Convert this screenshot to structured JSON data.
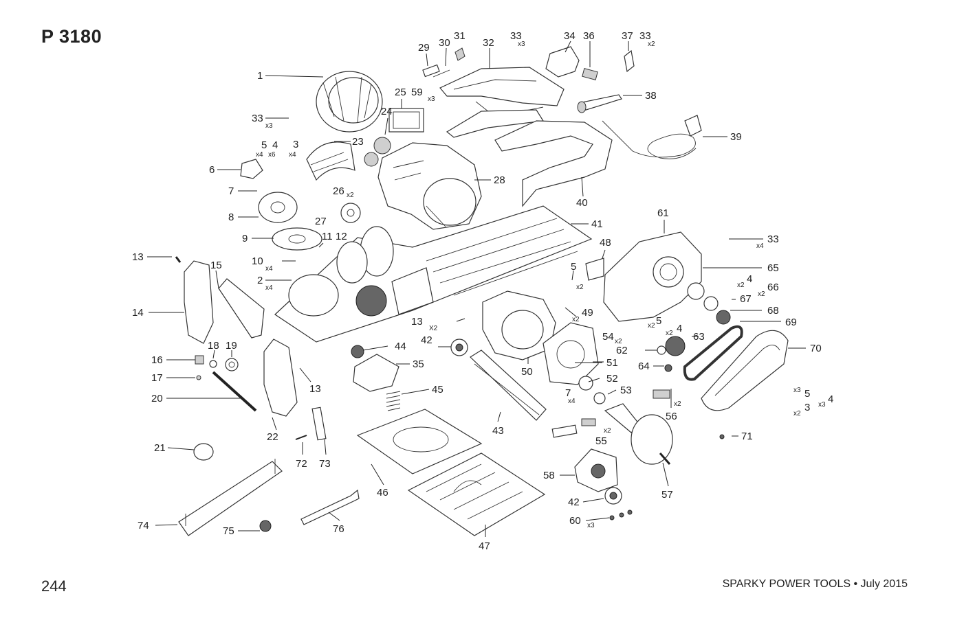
{
  "header": {
    "title": "P 3180"
  },
  "footer": {
    "page_number": "244",
    "brand_date": "SPARKY POWER TOOLS • July 2015"
  },
  "qty": {
    "x2": "x2",
    "x3": "x3",
    "x4": "x4",
    "x6": "x6",
    "X2": "X2"
  },
  "labels": {
    "1": "1",
    "2": "2",
    "3": "3",
    "4": "4",
    "5": "5",
    "6": "6",
    "7": "7",
    "8": "8",
    "9": "9",
    "10": "10",
    "11": "11",
    "12": "12",
    "13": "13",
    "14": "14",
    "15": "15",
    "16": "16",
    "17": "17",
    "18": "18",
    "19": "19",
    "20": "20",
    "21": "21",
    "22": "22",
    "23": "23",
    "24": "24",
    "25": "25",
    "26": "26",
    "27": "27",
    "28": "28",
    "29": "29",
    "30": "30",
    "31": "31",
    "32": "32",
    "33": "33",
    "34": "34",
    "35": "35",
    "36": "36",
    "37": "37",
    "38": "38",
    "39": "39",
    "40": "40",
    "41": "41",
    "42": "42",
    "43": "43",
    "44": "44",
    "45": "45",
    "46": "46",
    "47": "47",
    "48": "48",
    "49": "49",
    "50": "50",
    "51": "51",
    "52": "52",
    "53": "53",
    "54": "54",
    "55": "55",
    "56": "56",
    "57": "57",
    "58": "58",
    "59": "59",
    "60": "60",
    "61": "61",
    "62": "62",
    "63": "63",
    "64": "64",
    "65": "65",
    "66": "66",
    "67": "67",
    "68": "68",
    "69": "69",
    "70": "70",
    "71": "71",
    "72": "72",
    "73": "73",
    "74": "74",
    "75": "75",
    "76": "76"
  }
}
